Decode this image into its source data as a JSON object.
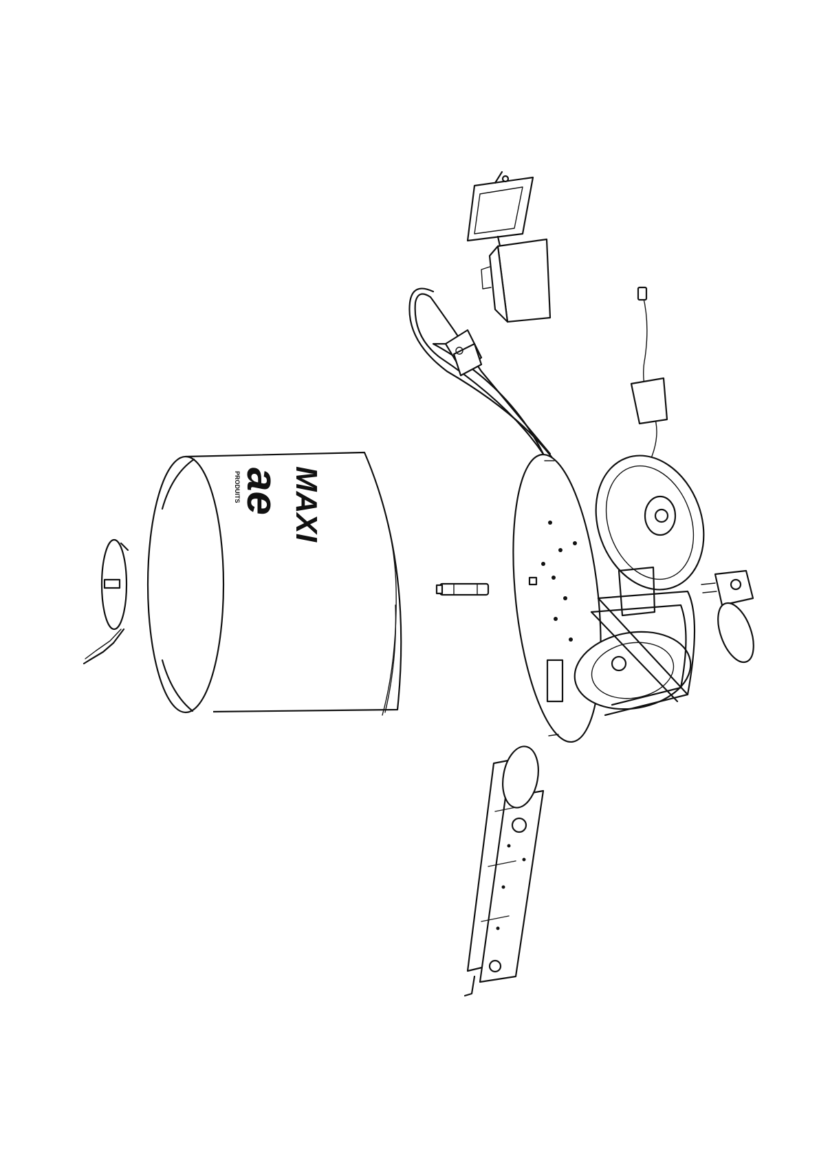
{
  "drum": {
    "brand_mark": "ae",
    "brand_sub": "PRODUITS",
    "model_label": "MAXI"
  },
  "colors": {
    "background": "#ffffff",
    "line": "#111111"
  }
}
